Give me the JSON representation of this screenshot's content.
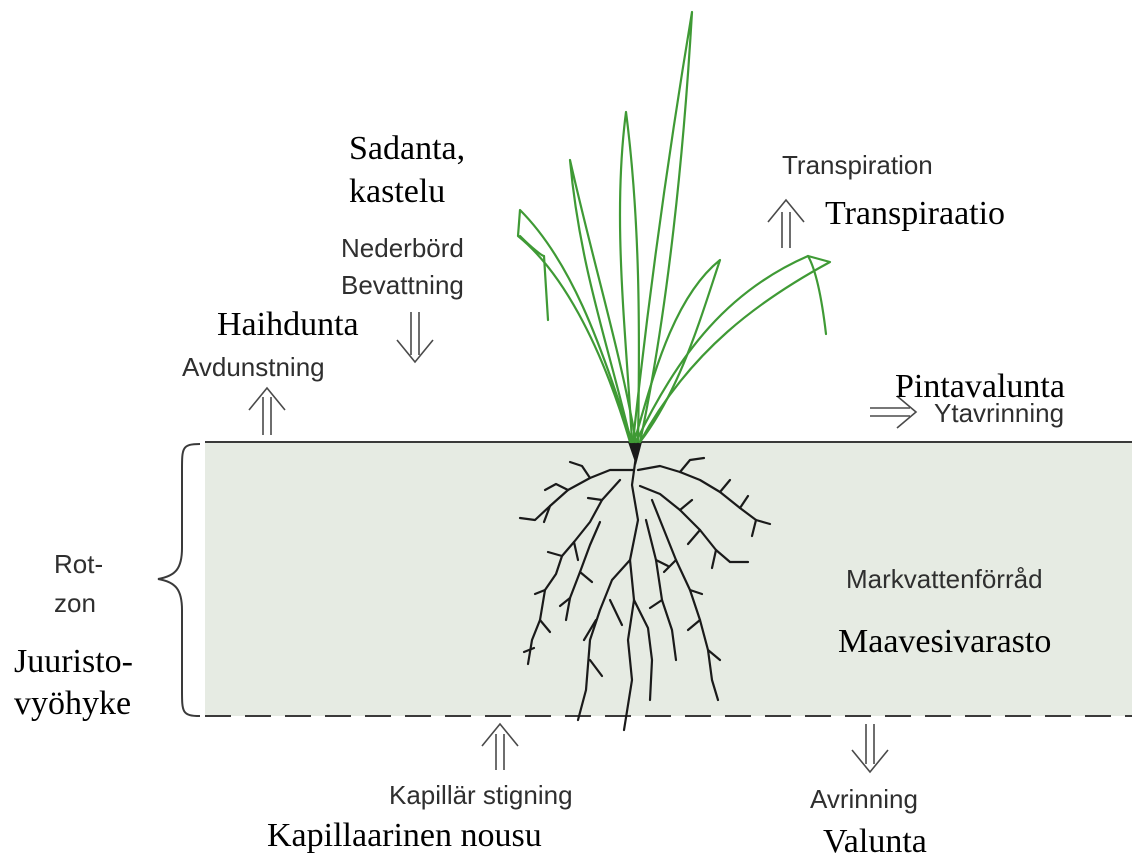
{
  "labels": {
    "precip_fi_1": "Sadanta,",
    "precip_fi_2": "kastelu",
    "precip_sv_1": "Nederbörd",
    "precip_sv_2": "Bevattning",
    "evap_fi": "Haihdunta",
    "evap_sv": "Avdunstning",
    "transp_sv": "Transpiration",
    "transp_fi": "Transpiraatio",
    "runoff_fi": "Pintavalunta",
    "runoff_sv": "Ytavrinning",
    "root_sv_1": "Rot-",
    "root_sv_2": "zon",
    "root_fi_1": "Juuristo-",
    "root_fi_2": "vyöhyke",
    "storage_sv": "Markvattenförråd",
    "storage_fi": "Maavesivarasto",
    "capillary_sv": "Kapillär stigning",
    "capillary_fi": "Kapillaarinen nousu",
    "drainage_sv": "Avrinning",
    "drainage_fi": "Valunta"
  },
  "colors": {
    "soil_fill": "#e6ebe3",
    "soil_line": "#3a3a3a",
    "plant": "#3f9a35",
    "root": "#1a1a1a",
    "arrow": "#4a4a4a"
  },
  "icons": {
    "precip_arrow": "double-arrow-down-icon",
    "evap_arrow": "double-arrow-up-icon",
    "transp_arrow": "double-arrow-up-icon",
    "runoff_arrow": "double-arrow-right-icon",
    "capillary_arrow": "double-arrow-up-icon",
    "drainage_arrow": "double-arrow-down-icon",
    "root_zone_brace": "curly-brace-icon"
  }
}
